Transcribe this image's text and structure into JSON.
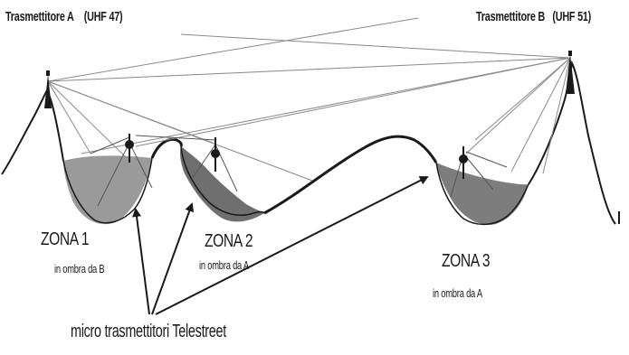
{
  "transmitters": {
    "a": {
      "label": "Trasmettitore A",
      "channel": "(UHF 47)"
    },
    "b": {
      "label": "Trasmettitore B",
      "channel": "(UHF 51)"
    }
  },
  "zones": [
    {
      "name": "ZONA 1",
      "note": "in ombra da B"
    },
    {
      "name": "ZONA 2",
      "note": "in ombra da A"
    },
    {
      "name": "ZONA 3",
      "note": "in ombra da A"
    }
  ],
  "caption": "micro trasmettitori Telestreet",
  "colors": {
    "ink": "#1a1a1a",
    "shadow_light": "#9a9a9a",
    "shadow_dark": "#6f6f6f",
    "rays": "#8a8a8a"
  }
}
